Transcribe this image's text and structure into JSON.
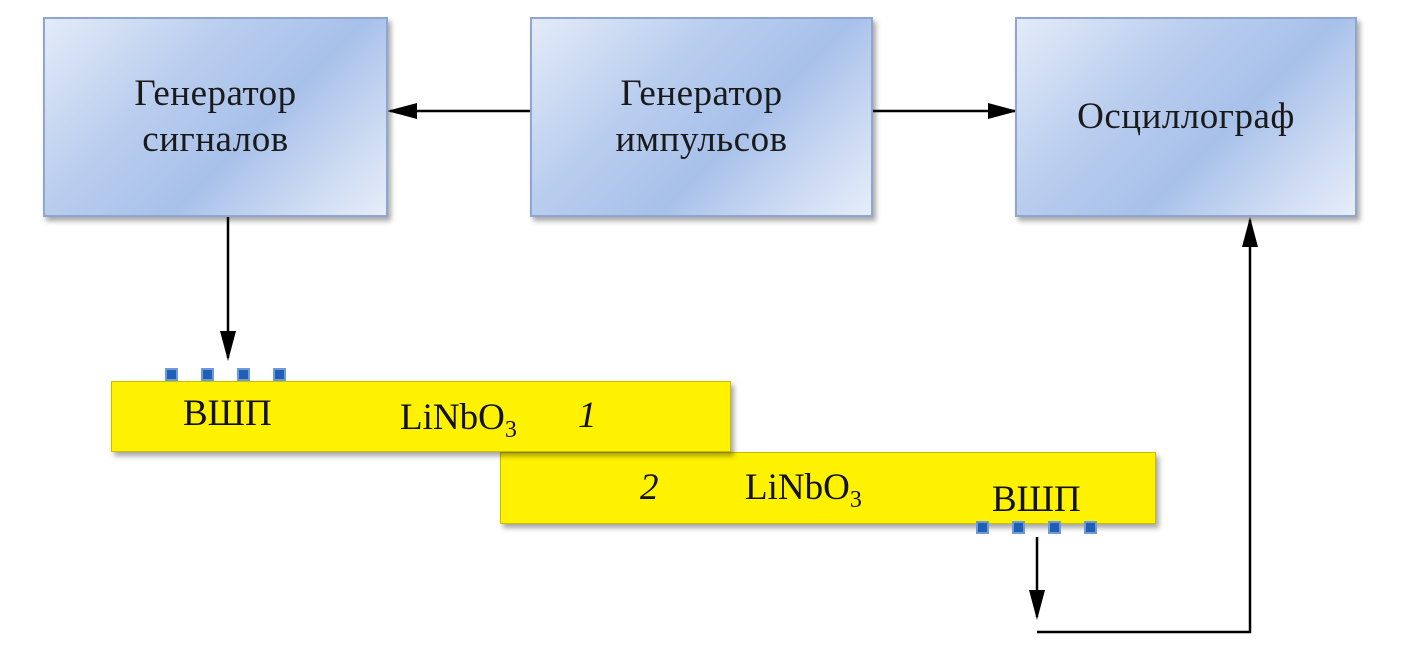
{
  "blocks": {
    "signal_generator": {
      "line1": "Генератор",
      "line2": "сигналов"
    },
    "pulse_generator": {
      "line1": "Генератор",
      "line2": "импульсов"
    },
    "oscilloscope": {
      "line1": "Осциллограф"
    }
  },
  "plates": {
    "plate1": {
      "transducer": "ВШП",
      "material": "LiNbO",
      "material_sub": "3",
      "number": "1"
    },
    "plate2": {
      "transducer": "ВШП",
      "material": "LiNbO",
      "material_sub": "3",
      "number": "2"
    }
  },
  "colors": {
    "block_fill": "#b9cdee",
    "block_border": "#8fa6d2",
    "plate_fill": "#fff200",
    "electrode": "#1f5fb5",
    "arrow": "#000000"
  }
}
